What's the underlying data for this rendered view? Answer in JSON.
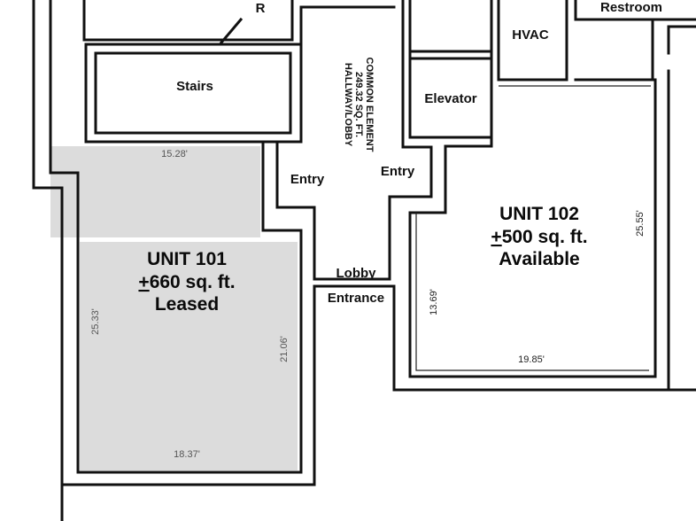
{
  "colors": {
    "leased_fill": "#dcdcdc",
    "wall": "#111111",
    "dimension_text": "#555555",
    "background": "#ffffff"
  },
  "rooms": {
    "top_r": "R",
    "stairs": "Stairs",
    "elevator": "Elevator",
    "hvac": "HVAC",
    "restroom": "Restroom"
  },
  "hallway": {
    "line1": "HALLWAY/LOBBY",
    "line2": "249.32 SQ. FT.",
    "line3": "COMMON ELEMENT"
  },
  "labels": {
    "entry_left": "Entry",
    "entry_right": "Entry",
    "lobby": "Lobby",
    "entrance": "Entrance"
  },
  "unit101": {
    "title": "UNIT 101",
    "size_prefix": "+",
    "size_rest": "660 sq. ft.",
    "status": "Leased",
    "dim_top": "15.28'",
    "dim_left": "25.33'",
    "dim_right": "21.06'",
    "dim_bottom": "18.37'"
  },
  "unit102": {
    "title": "UNIT 102",
    "size_prefix": "+",
    "size_rest": "500 sq. ft.",
    "status": "Available",
    "dim_right": "25.55'",
    "dim_left": "13.69'",
    "dim_bottom": "19.85'"
  }
}
